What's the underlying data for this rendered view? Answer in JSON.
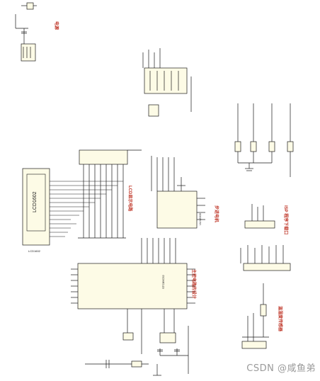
{
  "labels": {
    "power": "电源",
    "lcd_interface": "LCD显示电路",
    "stepper": "步进电机",
    "main_design": "主控电路的设计",
    "serial_port": "ISP 程序下载口",
    "temp_sensor": "温湿度传感器",
    "lcd_chip": "LCD1602",
    "lcd_ref": "LCD1602",
    "mcu_ref": "STC89C52",
    "driver_ref": "ULN2003",
    "watermark": "CSDN @咸鱼弟"
  },
  "colors": {
    "wire": "#1a1a1a",
    "red": "#c0392b",
    "component": "#fdfbe6"
  }
}
